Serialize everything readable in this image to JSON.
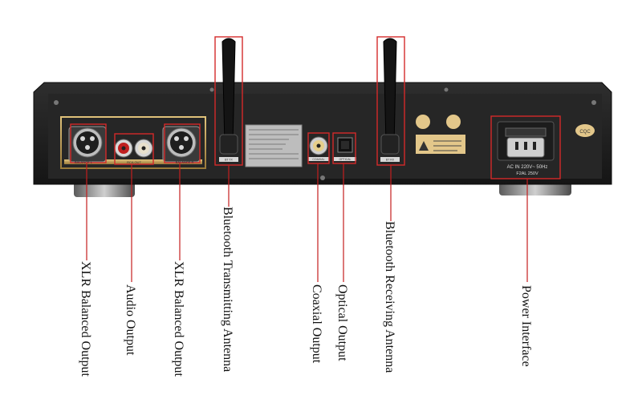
{
  "device": {
    "body_color": "#1a1a1a",
    "panel_color": "#2a2a2a",
    "trim_color": "#b89a5a",
    "highlight_color": "#d42a2a"
  },
  "panel_marks": {
    "xlr_left_tag": "BALANCE L",
    "rca_tag": "RCA OUT",
    "xlr_right_tag": "BALANCE R",
    "bt_tx_tag": "BT TX",
    "coaxial_tag": "COAXIAL",
    "optical_tag": "OPTICAL",
    "bt_rx_tag": "BT RX",
    "power_spec_1": "AC IN 220V~ 50Hz",
    "power_spec_2": "F2AL 250V",
    "cqc_mark": "CQC"
  },
  "callouts": [
    {
      "id": "xlr-left",
      "label": "XLR Balanced Output"
    },
    {
      "id": "audio-out",
      "label": "Audio Output"
    },
    {
      "id": "xlr-right",
      "label": "XLR Balanced Output"
    },
    {
      "id": "bt-tx",
      "label": "Bluetooth Transmitting Antenna"
    },
    {
      "id": "coaxial",
      "label": "Coaxial Output"
    },
    {
      "id": "optical",
      "label": "Optical Output"
    },
    {
      "id": "bt-rx",
      "label": "Bluetooth Receiving Antenna"
    },
    {
      "id": "power",
      "label": "Power Interface"
    }
  ]
}
